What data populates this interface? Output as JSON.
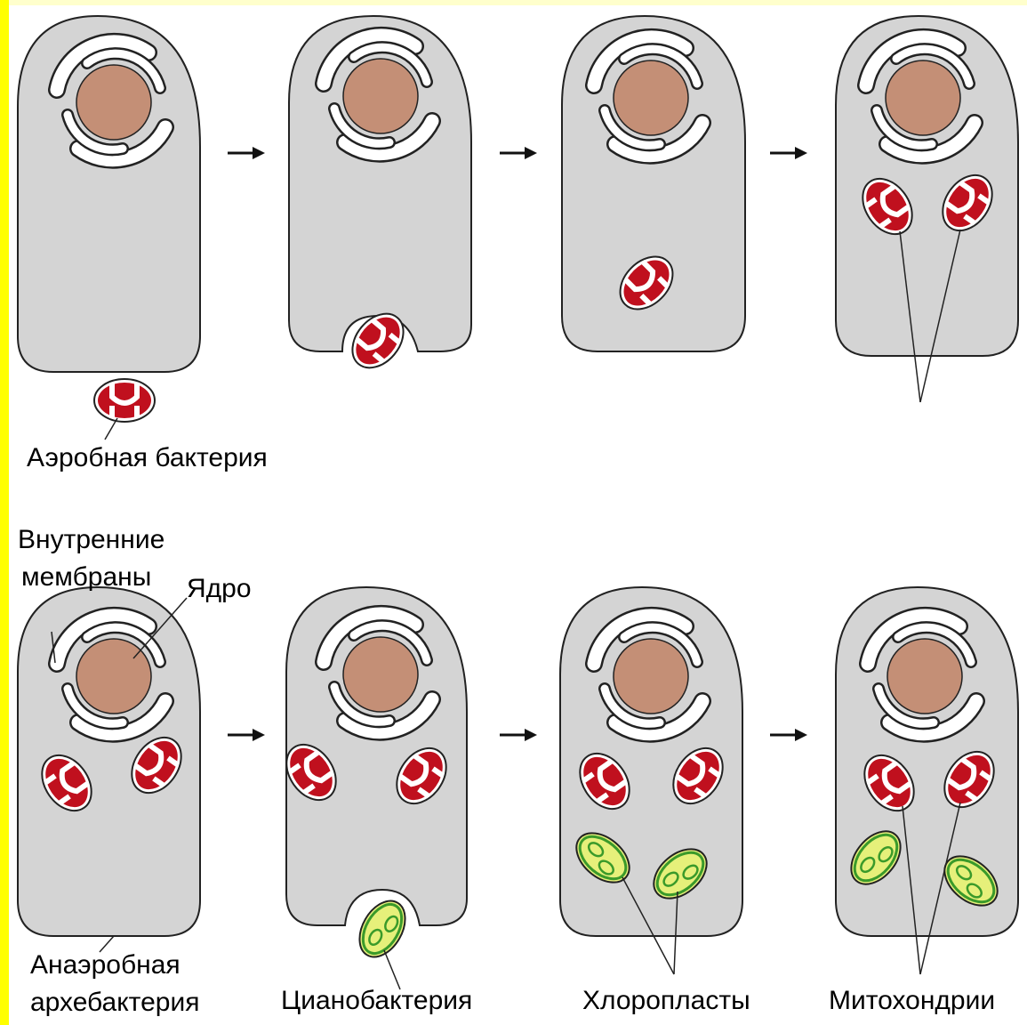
{
  "labels": {
    "aerobic_bacterium": "Аэробная бактерия",
    "inner_membranes_line1": "Внутренние",
    "inner_membranes_line2": "мембраны",
    "nucleus": "Ядро",
    "anaerobic_line1": "Анаэробная",
    "anaerobic_line2": "архебактерия",
    "cyanobacterium": "Цианобактерия",
    "chloroplasts": "Хлоропласты",
    "mitochondria": "Митохондрии"
  },
  "colors": {
    "cell_fill": "#d4d4d4",
    "outline": "#222222",
    "nucleus": "#c48f76",
    "mitochondrion": "#c0101e",
    "chloroplast": "#e6f07a",
    "chloroplast_edge": "#3a9a2a",
    "accent_bar": "#ffff00"
  }
}
